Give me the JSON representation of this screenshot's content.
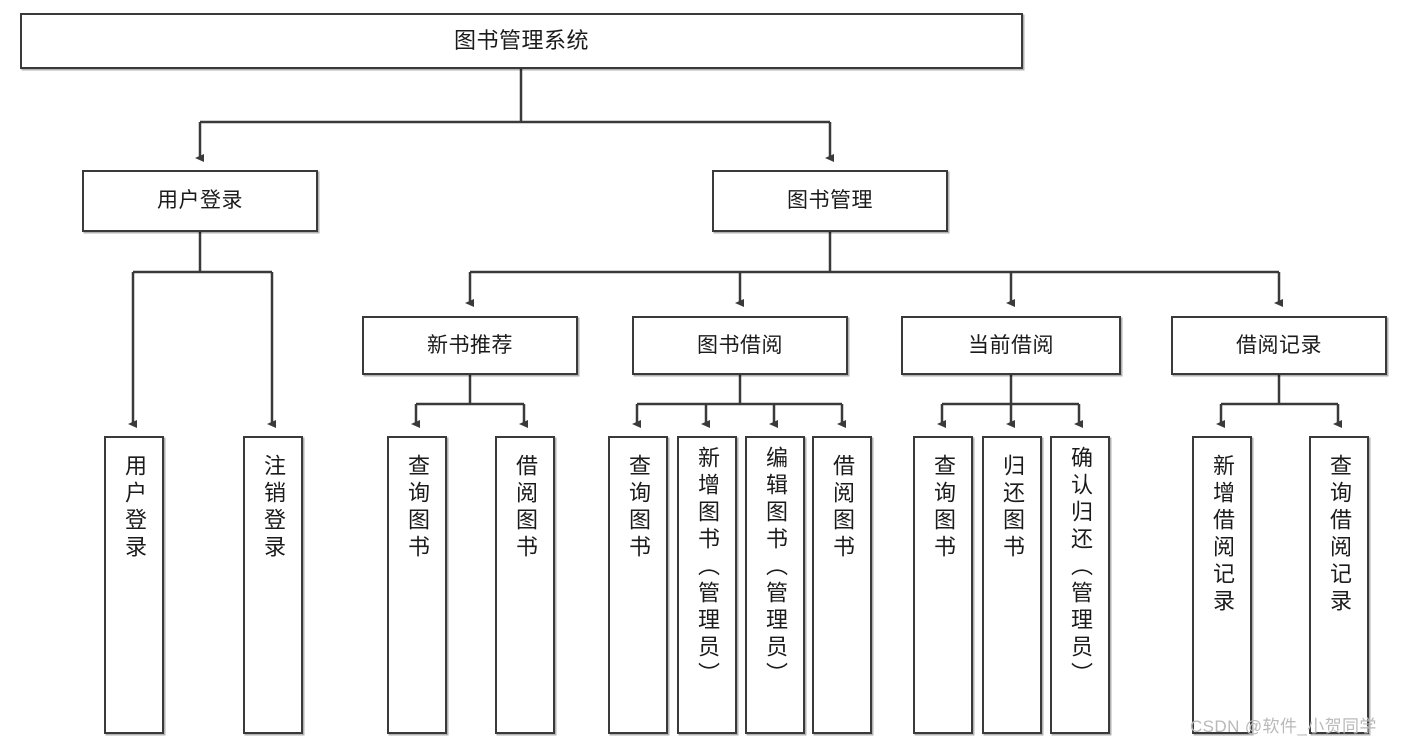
{
  "diagram": {
    "title_node": {
      "id": "root",
      "label": "图书管理系统"
    },
    "level2": [
      {
        "id": "user-login",
        "label": "用户登录"
      },
      {
        "id": "book-mgmt",
        "label": "图书管理"
      }
    ],
    "level3": [
      {
        "id": "new-book-rec",
        "label": "新书推荐"
      },
      {
        "id": "book-borrow",
        "label": "图书借阅"
      },
      {
        "id": "current-borrow",
        "label": "当前借阅"
      },
      {
        "id": "borrow-record",
        "label": "借阅记录"
      }
    ],
    "leaves": [
      {
        "id": "leaf-user-login",
        "label": "用户登录",
        "parent": "user-login"
      },
      {
        "id": "leaf-logout",
        "label": "注销登录",
        "parent": "user-login"
      },
      {
        "id": "leaf-query-book-1",
        "label": "查询图书",
        "parent": "new-book-rec"
      },
      {
        "id": "leaf-borrow-book-1",
        "label": "借阅图书",
        "parent": "new-book-rec"
      },
      {
        "id": "leaf-query-book-2",
        "label": "查询图书",
        "parent": "book-borrow"
      },
      {
        "id": "leaf-add-book",
        "label": "新增图书（管理员）",
        "parent": "book-borrow"
      },
      {
        "id": "leaf-edit-book",
        "label": "编辑图书（管理员）",
        "parent": "book-borrow"
      },
      {
        "id": "leaf-borrow-book-2",
        "label": "借阅图书",
        "parent": "book-borrow"
      },
      {
        "id": "leaf-query-book-3",
        "label": "查询图书",
        "parent": "current-borrow"
      },
      {
        "id": "leaf-return-book",
        "label": "归还图书",
        "parent": "current-borrow"
      },
      {
        "id": "leaf-confirm-return",
        "label": "确认归还（管理员）",
        "parent": "current-borrow"
      },
      {
        "id": "leaf-add-record",
        "label": "新增借阅记录",
        "parent": "borrow-record"
      },
      {
        "id": "leaf-query-record",
        "label": "查询借阅记录",
        "parent": "borrow-record"
      }
    ],
    "watermark": "CSDN @软件_小贺同学",
    "colors": {
      "stroke": "#3a3a3a",
      "fill": "#ffffff",
      "text": "#1b1b1b",
      "watermark": "#b9b9b9"
    }
  }
}
